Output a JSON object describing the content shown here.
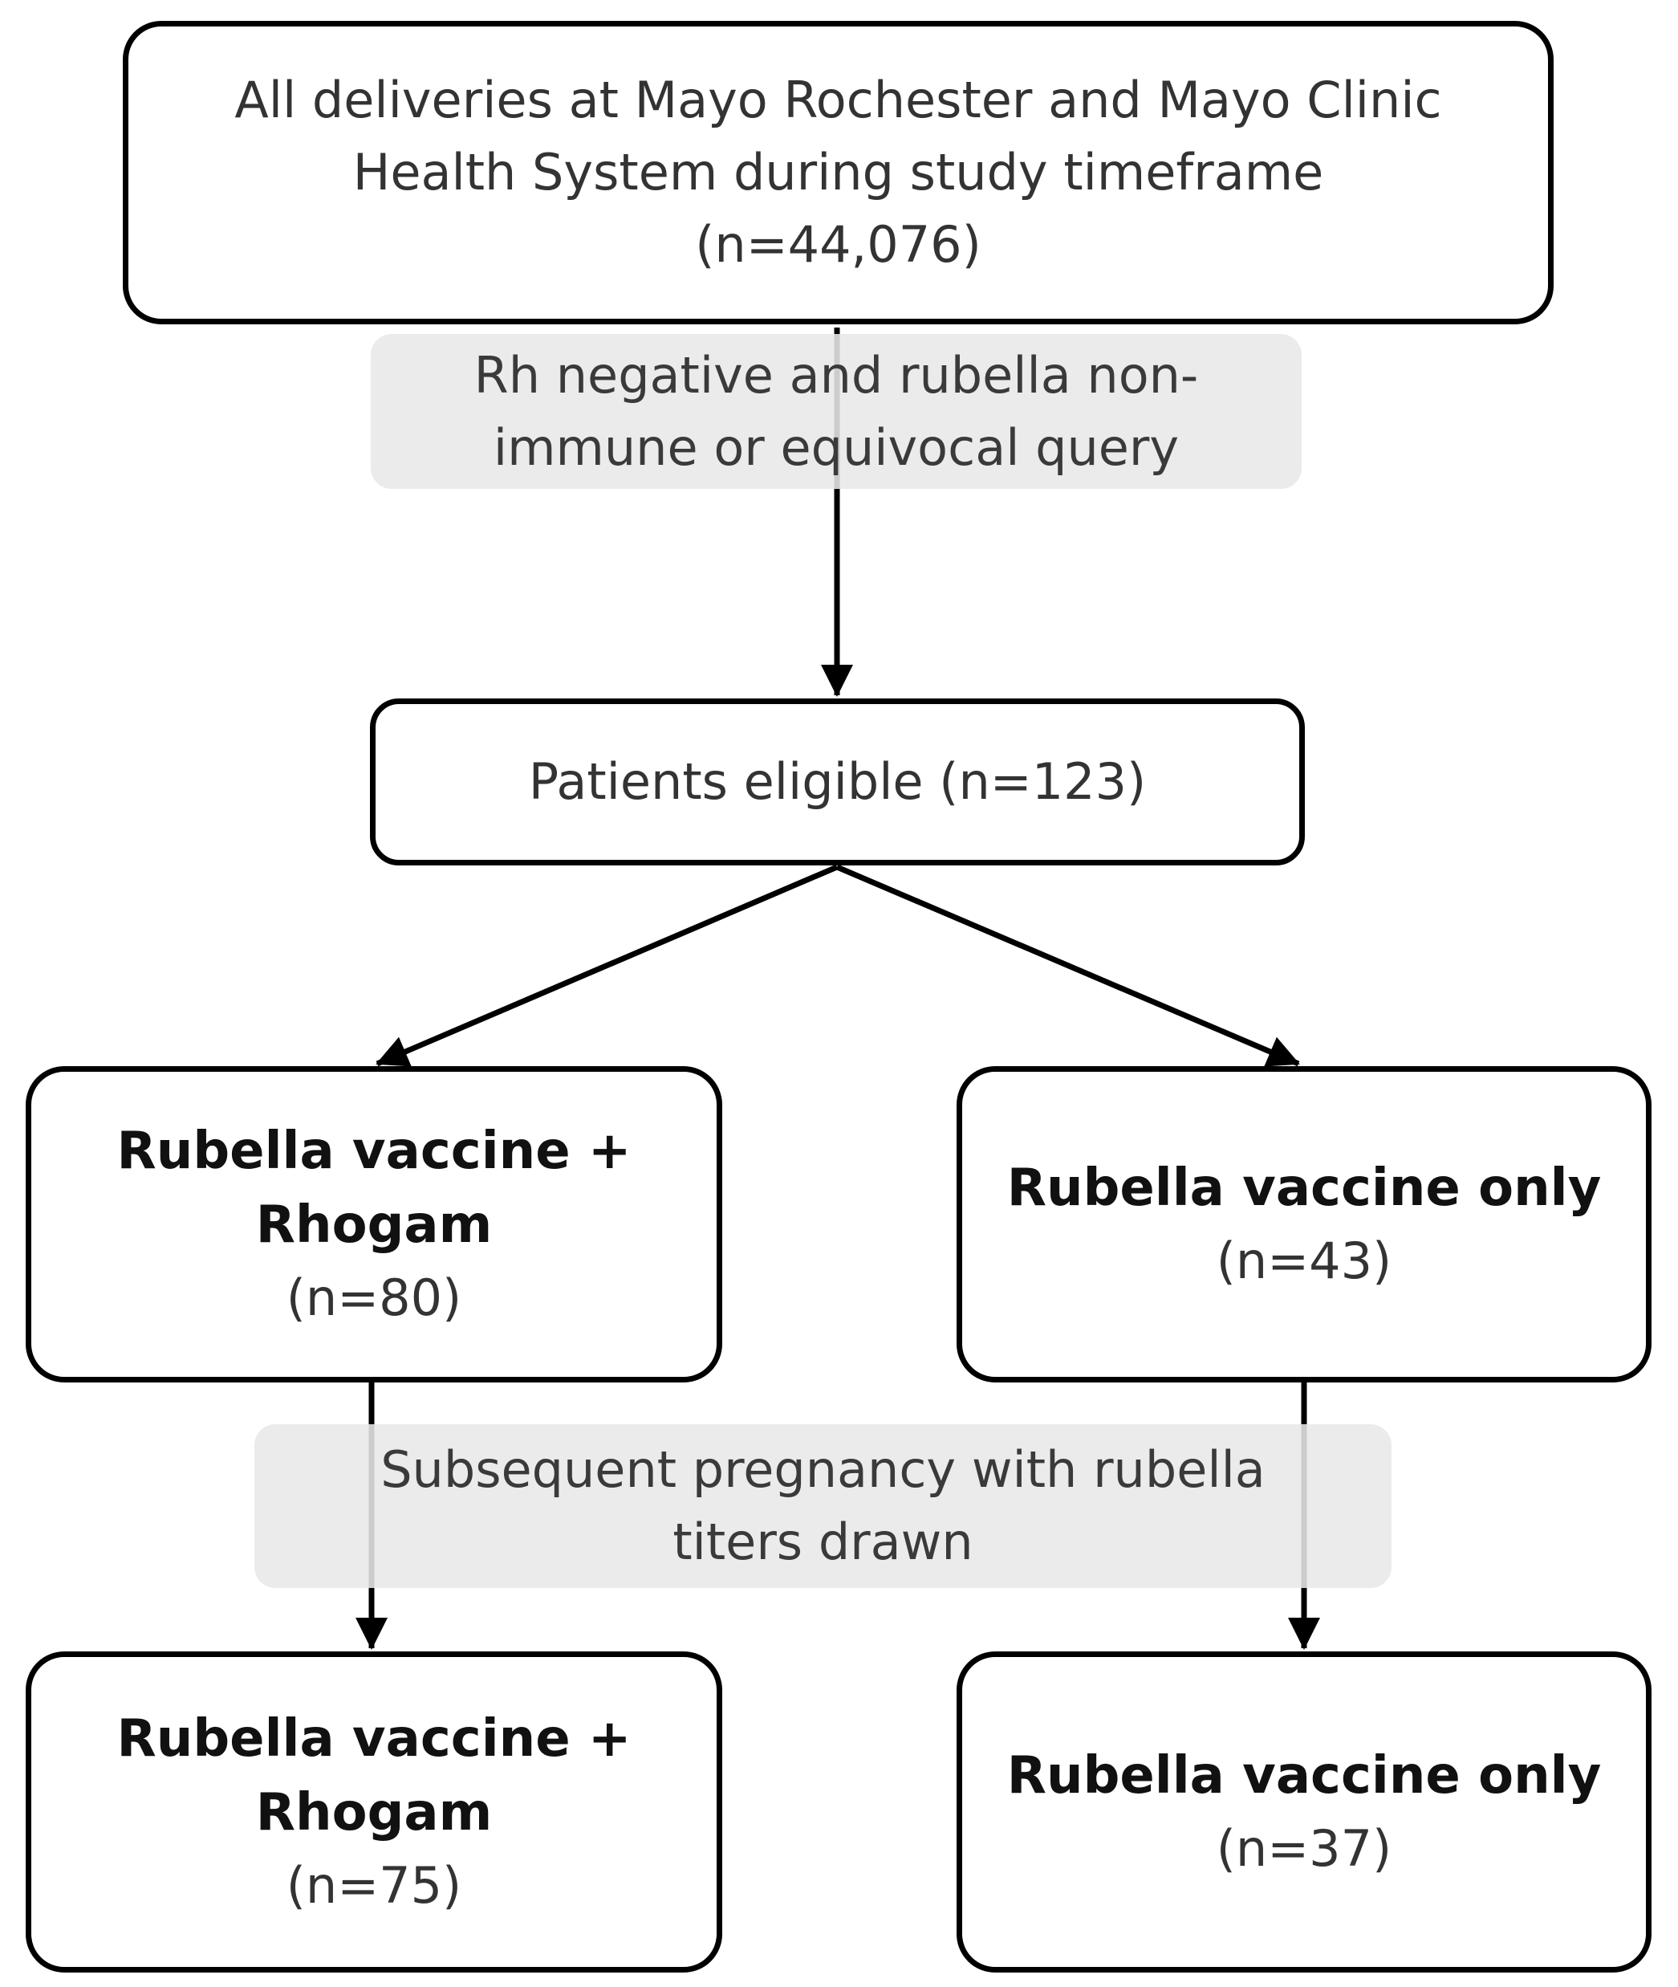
{
  "top_box": {
    "line1": "All deliveries at Mayo Rochester and Mayo Clinic",
    "line2": "Health System during study timeframe",
    "count": "(n=44,076)"
  },
  "filter_label_1": {
    "line1": "Rh negative and rubella non-",
    "line2": "immune or equivocal query"
  },
  "eligible_box": {
    "text": "Patients eligible (n=123)"
  },
  "left_mid_box": {
    "line1": "Rubella vaccine +",
    "line2": "Rhogam",
    "count": "(n=80)"
  },
  "right_mid_box": {
    "line1": "Rubella vaccine only",
    "count": "(n=43)"
  },
  "filter_label_2": {
    "line1": "Subsequent pregnancy with rubella",
    "line2": "titers drawn"
  },
  "left_bottom_box": {
    "line1": "Rubella vaccine +",
    "line2": "Rhogam",
    "count": "(n=75)"
  },
  "right_bottom_box": {
    "line1": "Rubella vaccine only",
    "count": "(n=37)"
  }
}
